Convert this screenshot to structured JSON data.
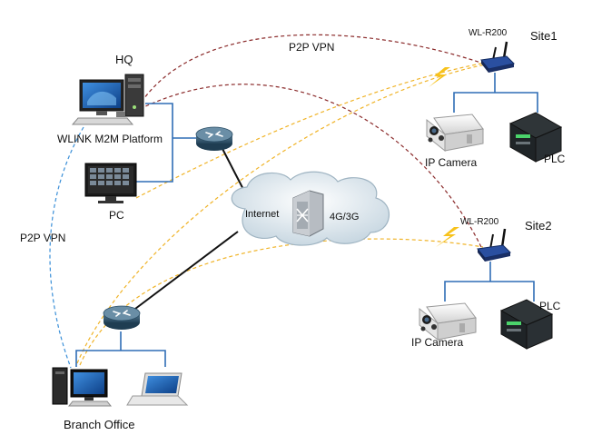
{
  "labels": {
    "hq": "HQ",
    "platform": "WLINK M2M Platform",
    "pc": "PC",
    "p2p_vpn_top": "P2P VPN",
    "p2p_vpn_left": "P2P VPN",
    "internet": "Internet",
    "network": "4G/3G",
    "branch": "Branch Office",
    "site1_router": "WL-R200",
    "site1": "Site1",
    "site1_camera": "IP Camera",
    "site1_plc": "PLC",
    "site2_router": "WL-R200",
    "site2": "Site2",
    "site2_camera": "IP Camera",
    "site2_plc": "PLC"
  },
  "colors": {
    "lan": "#2f6db5",
    "wan": "#111111",
    "vpn_red": "#8b2b2b",
    "vpn_blue": "#3a8fd8",
    "cellular": "#f0b429",
    "lightning": "#f7c21a",
    "cloud": "#dfe8ee"
  },
  "icons": {
    "router": "router-icon",
    "server": "workstation-icon",
    "monitor": "monitor-icon",
    "laptop": "laptop-icon",
    "camera": "ip-camera-icon",
    "plc": "plc-icon",
    "cloud": "cloud-icon",
    "switch": "switch-icon",
    "lightning": "lightning-icon"
  }
}
